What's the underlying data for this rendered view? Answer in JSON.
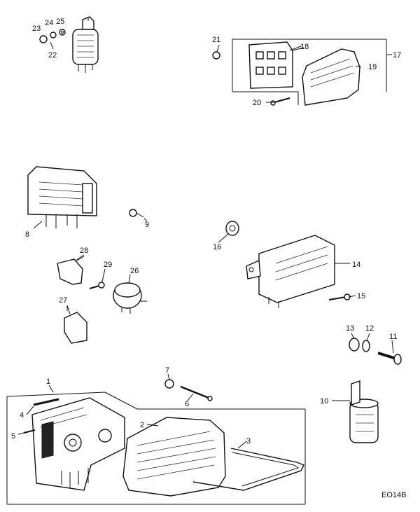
{
  "labels": {
    "n1": "1",
    "n2": "2",
    "n3": "3",
    "n4": "4",
    "n5": "5",
    "n6": "6",
    "n7": "7",
    "n8": "8",
    "n9": "9",
    "n10": "10",
    "n11": "11",
    "n12": "12",
    "n13": "13",
    "n14": "14",
    "n15": "15",
    "n16": "16",
    "n17": "17",
    "n18": "18",
    "n19": "19",
    "n20": "20",
    "n21": "21",
    "n22": "22",
    "n23": "23",
    "n24": "24",
    "n25": "25",
    "n26": "26",
    "n27": "27",
    "n28": "28",
    "n29": "29"
  },
  "reference_code": "EO14B"
}
